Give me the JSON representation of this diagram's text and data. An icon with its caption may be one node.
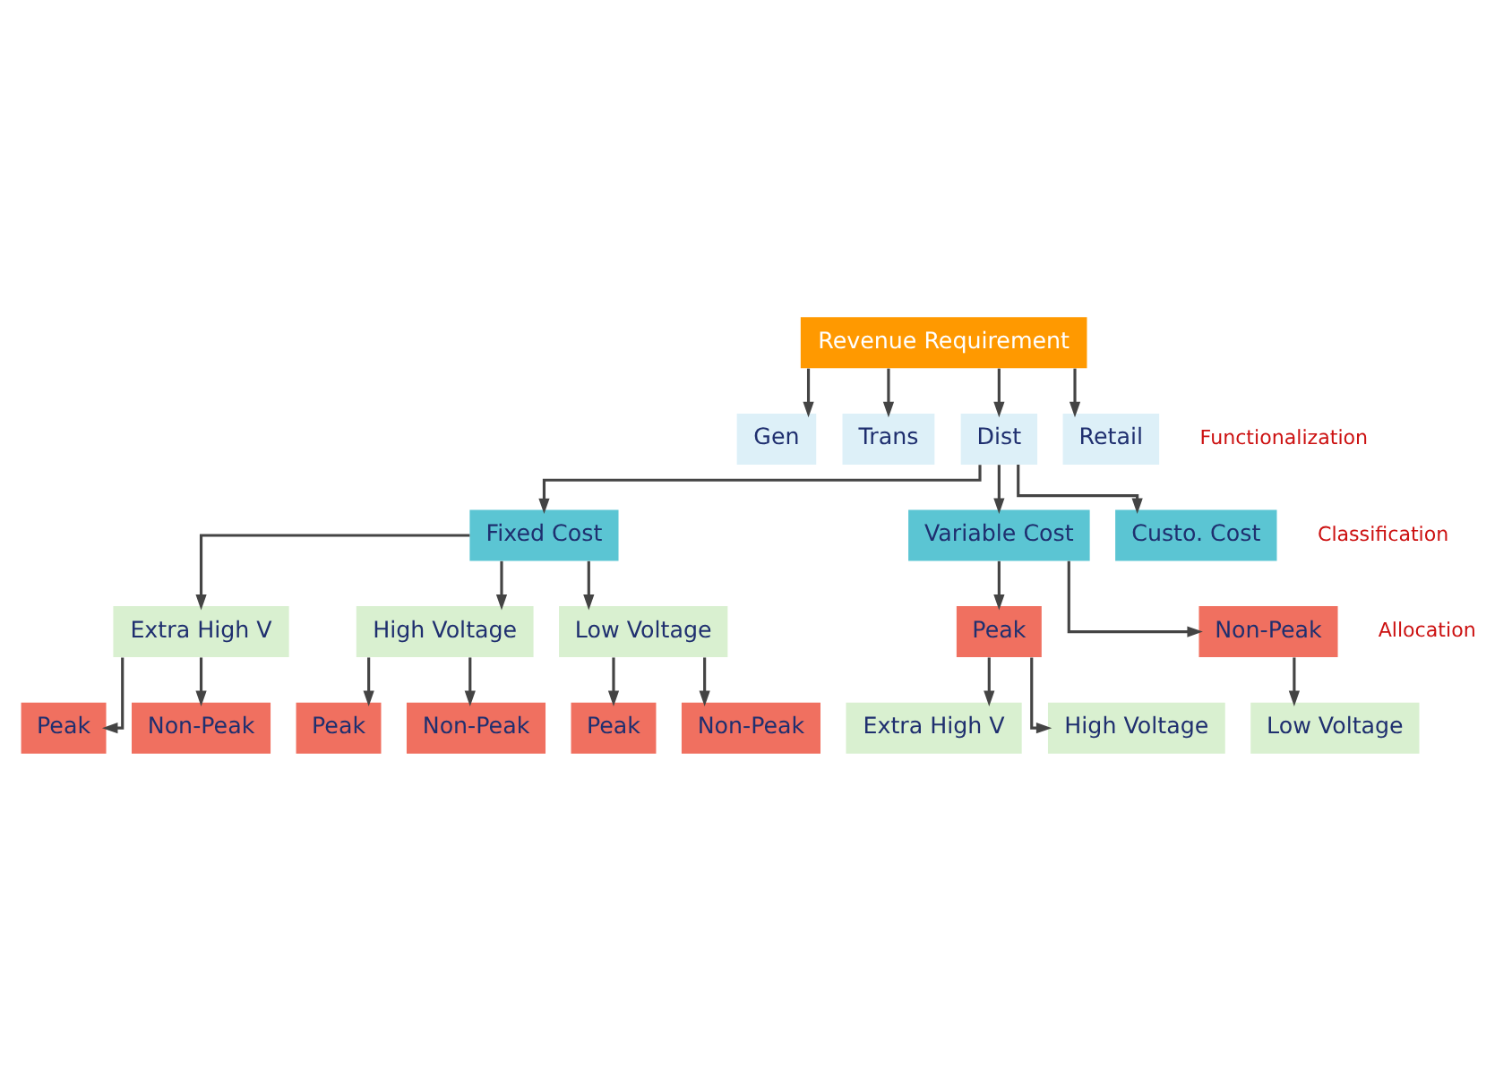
{
  "diagram": {
    "nodes": [
      {
        "text": [
          "Revenue Requirement"
        ]
      },
      {
        "text": [
          "Gen"
        ]
      },
      {
        "text": [
          "Trans"
        ]
      },
      {
        "text": [
          "Dist"
        ]
      },
      {
        "text": [
          "Retail"
        ]
      },
      {
        "text": [
          "Fixed Cost"
        ]
      },
      {
        "text": [
          "Variable Cost"
        ]
      },
      {
        "text": [
          "Custo. Cost"
        ]
      },
      {
        "text": [
          "Extra High V"
        ]
      },
      {
        "text": [
          "High Voltage"
        ]
      },
      {
        "text": [
          "Low Voltage"
        ]
      },
      {
        "text": [
          "Peak"
        ]
      },
      {
        "text": [
          "Non-Peak"
        ]
      },
      {
        "text": [
          "Peak"
        ]
      },
      {
        "text": [
          "Non-Peak"
        ]
      },
      {
        "text": [
          "Peak"
        ]
      },
      {
        "text": [
          "Non-Peak"
        ]
      },
      {
        "text": [
          "Peak"
        ]
      },
      {
        "text": [
          "Non-Peak"
        ]
      },
      {
        "text": [
          "Extra High V"
        ]
      },
      {
        "text": [
          "High Voltage"
        ]
      },
      {
        "text": [
          "Low Voltage"
        ]
      }
    ],
    "edges": [
      {
        "from": 0,
        "to": 1,
        "arrow": "to"
      },
      {
        "from": 0,
        "to": 2,
        "arrow": "to"
      },
      {
        "from": 0,
        "to": 3,
        "arrow": "to"
      },
      {
        "from": 0,
        "to": 4,
        "arrow": "to"
      },
      {
        "from": 3,
        "to": 5,
        "arrow": "to"
      },
      {
        "from": 3,
        "to": 6,
        "arrow": "to"
      },
      {
        "from": 3,
        "to": 7,
        "arrow": "to"
      },
      {
        "from": 5,
        "to": 8,
        "arrow": "to"
      },
      {
        "from": 5,
        "to": 9,
        "arrow": "to"
      },
      {
        "from": 5,
        "to": 10,
        "arrow": "to"
      },
      {
        "from": 6,
        "to": 11,
        "arrow": "to"
      },
      {
        "from": 6,
        "to": 12,
        "arrow": "to"
      },
      {
        "from": 8,
        "to": 13,
        "arrow": "to"
      },
      {
        "from": 8,
        "to": 14,
        "arrow": "to"
      },
      {
        "from": 9,
        "to": 15,
        "arrow": "to"
      },
      {
        "from": 9,
        "to": 16,
        "arrow": "to"
      },
      {
        "from": 10,
        "to": 17,
        "arrow": "to"
      },
      {
        "from": 10,
        "to": 18,
        "arrow": "to"
      },
      {
        "from": 11,
        "to": 19,
        "arrow": "to"
      },
      {
        "from": 11,
        "to": 20,
        "arrow": "to"
      },
      {
        "from": 12,
        "to": 21,
        "arrow": "to"
      }
    ],
    "labels": [
      "Functionalization",
      "Classification",
      "Allocation"
    ]
  }
}
